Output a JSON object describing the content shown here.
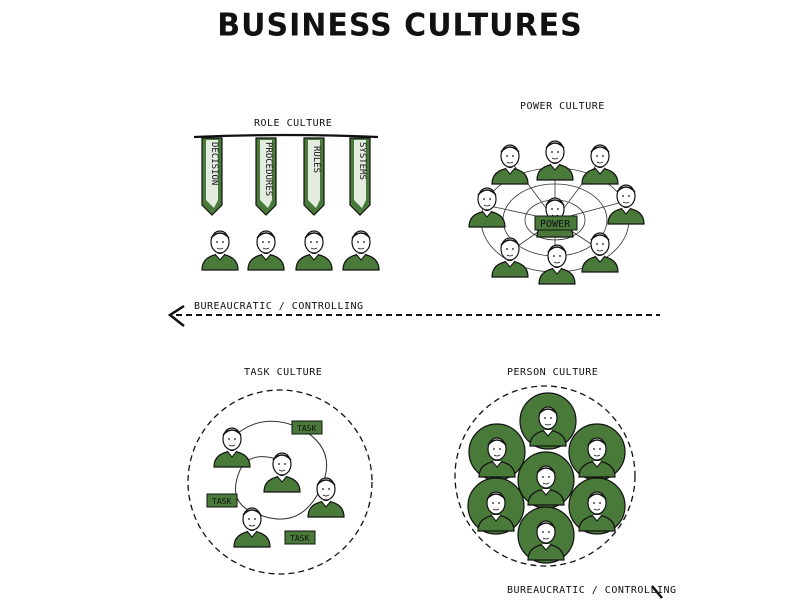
{
  "title": "BUSINESS CULTURES",
  "quadrants": {
    "role": {
      "label": "ROLE CULTURE",
      "banners": [
        "DECISION",
        "PROCEDURES",
        "RULES",
        "SYSTEMS"
      ]
    },
    "power": {
      "label": "POWER CULTURE",
      "center": "POWER"
    },
    "task": {
      "label": "TASK CULTURE",
      "tags": [
        "TASK",
        "TASK",
        "TASK"
      ]
    },
    "person": {
      "label": "PERSON CULTURE"
    }
  },
  "arrows": {
    "top": "BUREAUCRATIC / CONTROLLING",
    "bottom": "BUREAUCRATIC / CONTROLLING"
  },
  "colors": {
    "accent": "#4a7a3a",
    "ink": "#111111"
  }
}
